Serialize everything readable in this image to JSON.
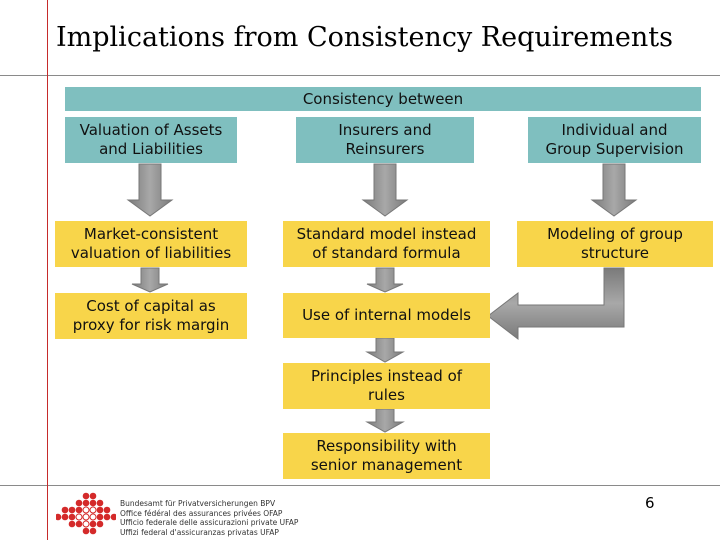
{
  "title": "Implications from Consistency Requirements",
  "banner": "Consistency between",
  "headers": [
    "Valuation of Assets\nand Liabilities",
    "Insurers and\nReinsurers",
    "Individual and\nGroup Supervision"
  ],
  "row1": [
    "Market-consistent\nvaluation of liabilities",
    "Standard model instead\nof standard formula",
    "Modeling of group\nstructure"
  ],
  "row2": [
    "Cost of capital as\nproxy for risk margin",
    "Use of internal models"
  ],
  "principles": "Principles instead of\nrules",
  "responsibility": "Responsibility with\nsenior management",
  "footer": {
    "org_lines": [
      "Bundesamt für Privatversicherungen BPV",
      "Office fédéral des assurances privées OFAP",
      "Ufficio federale delle assicurazioni private UFAP",
      "Uffizi federal d'assicuranzas privatas UFAP"
    ],
    "page_number": "6"
  },
  "colors": {
    "teal": "#7fbfbf",
    "yellow": "#f8d54a",
    "arrow": "#8c8c8c",
    "accent": "#c62b2b"
  }
}
